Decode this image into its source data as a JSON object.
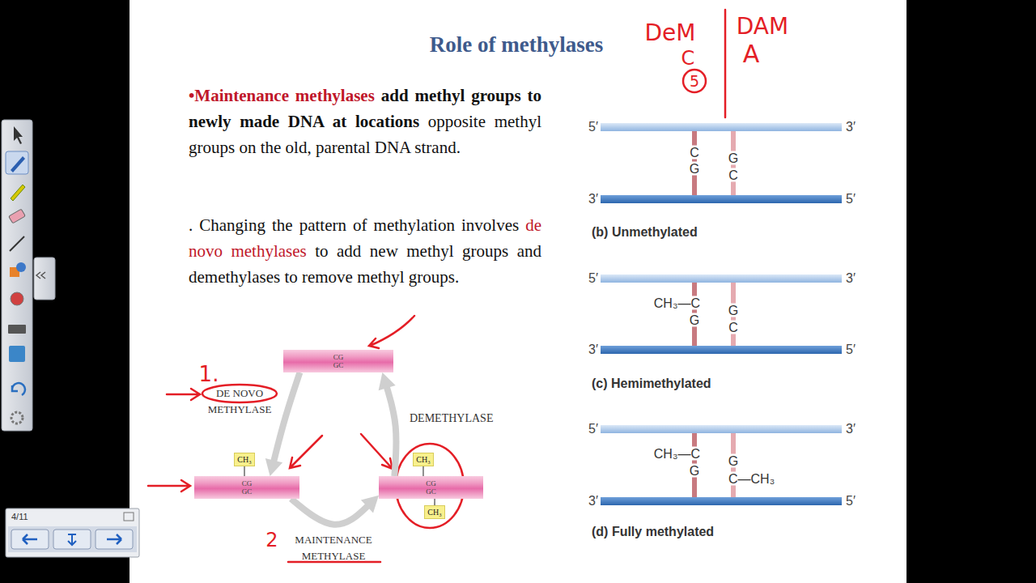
{
  "diagram": {
    "title": "Role of methylases",
    "nodes": [
      {
        "text": [
          "CG",
          "GC"
        ]
      },
      {
        "text": [
          "CH₃"
        ]
      },
      {
        "text": [
          "CG",
          "GC"
        ]
      },
      {
        "text": [
          "CH₃"
        ]
      },
      {
        "text": [
          "CG",
          "GC"
        ]
      },
      {
        "text": [
          "CH₃"
        ]
      }
    ],
    "edges": [
      {
        "from": 0,
        "to": 2,
        "arrow": "to",
        "label": "DE NOVO METHYLASE"
      },
      {
        "from": 2,
        "to": 4,
        "arrow": "to",
        "label": "MAINTENANCE METHYLASE"
      },
      {
        "from": 4,
        "to": 0,
        "arrow": "to",
        "label": "DEMETHYLASE"
      },
      {
        "from": 1,
        "to": 2,
        "arrow": "none"
      },
      {
        "from": 3,
        "to": 4,
        "arrow": "none"
      },
      {
        "from": 5,
        "to": 4,
        "arrow": "none"
      }
    ],
    "labels": [
      "•Maintenance methylases",
      "add methyl groups to newly made DNA at locations",
      "opposite methyl groups on the old, parental DNA strand.",
      ". Changing the pattern of methylation involves",
      "de novo methylases",
      "to add new methyl groups and demethylases to remove methyl groups.",
      "DeM",
      "C",
      "5",
      "DAM",
      "A",
      "5′",
      "3′",
      "C",
      "G",
      "G",
      "C",
      "3′",
      "5′",
      "(b) Unmethylated",
      "5′",
      "3′",
      "CH₃—C",
      "G",
      "G",
      "C",
      "3′",
      "5′",
      "(c) Hemimethylated",
      "5′",
      "3′",
      "CH₃—C",
      "G",
      "G",
      "C—CH₃",
      "3′",
      "5′",
      "(d) Fully methylated",
      "1.",
      "2",
      "4/11"
    ]
  }
}
